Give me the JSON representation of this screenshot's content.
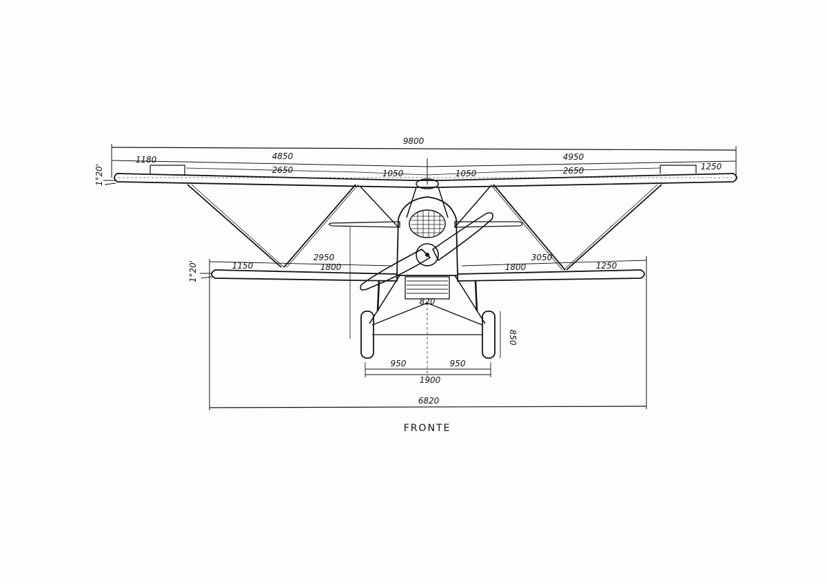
{
  "drawing": {
    "title": "FRONTE",
    "dimensions": {
      "span_upper": "9800",
      "upper_left_half": "4850",
      "upper_right_half": "4950",
      "upper_left_tip": "1180",
      "upper_right_tip": "1250",
      "upper_left_strut": "2650",
      "upper_right_strut": "2650",
      "center_left": "1050",
      "center_right": "1050",
      "dihedral_upper": "1°20'",
      "dihedral_lower": "1°20'",
      "lower_left_span": "2950",
      "lower_right_span": "3050",
      "lower_left_tip": "1150",
      "lower_right_tip": "1250",
      "lower_left_strut": "1800",
      "lower_right_strut": "1800",
      "radiator_width": "820",
      "wheel_height": "850",
      "gear_left": "950",
      "gear_right": "950",
      "track": "1900",
      "span_lower": "6820"
    }
  }
}
